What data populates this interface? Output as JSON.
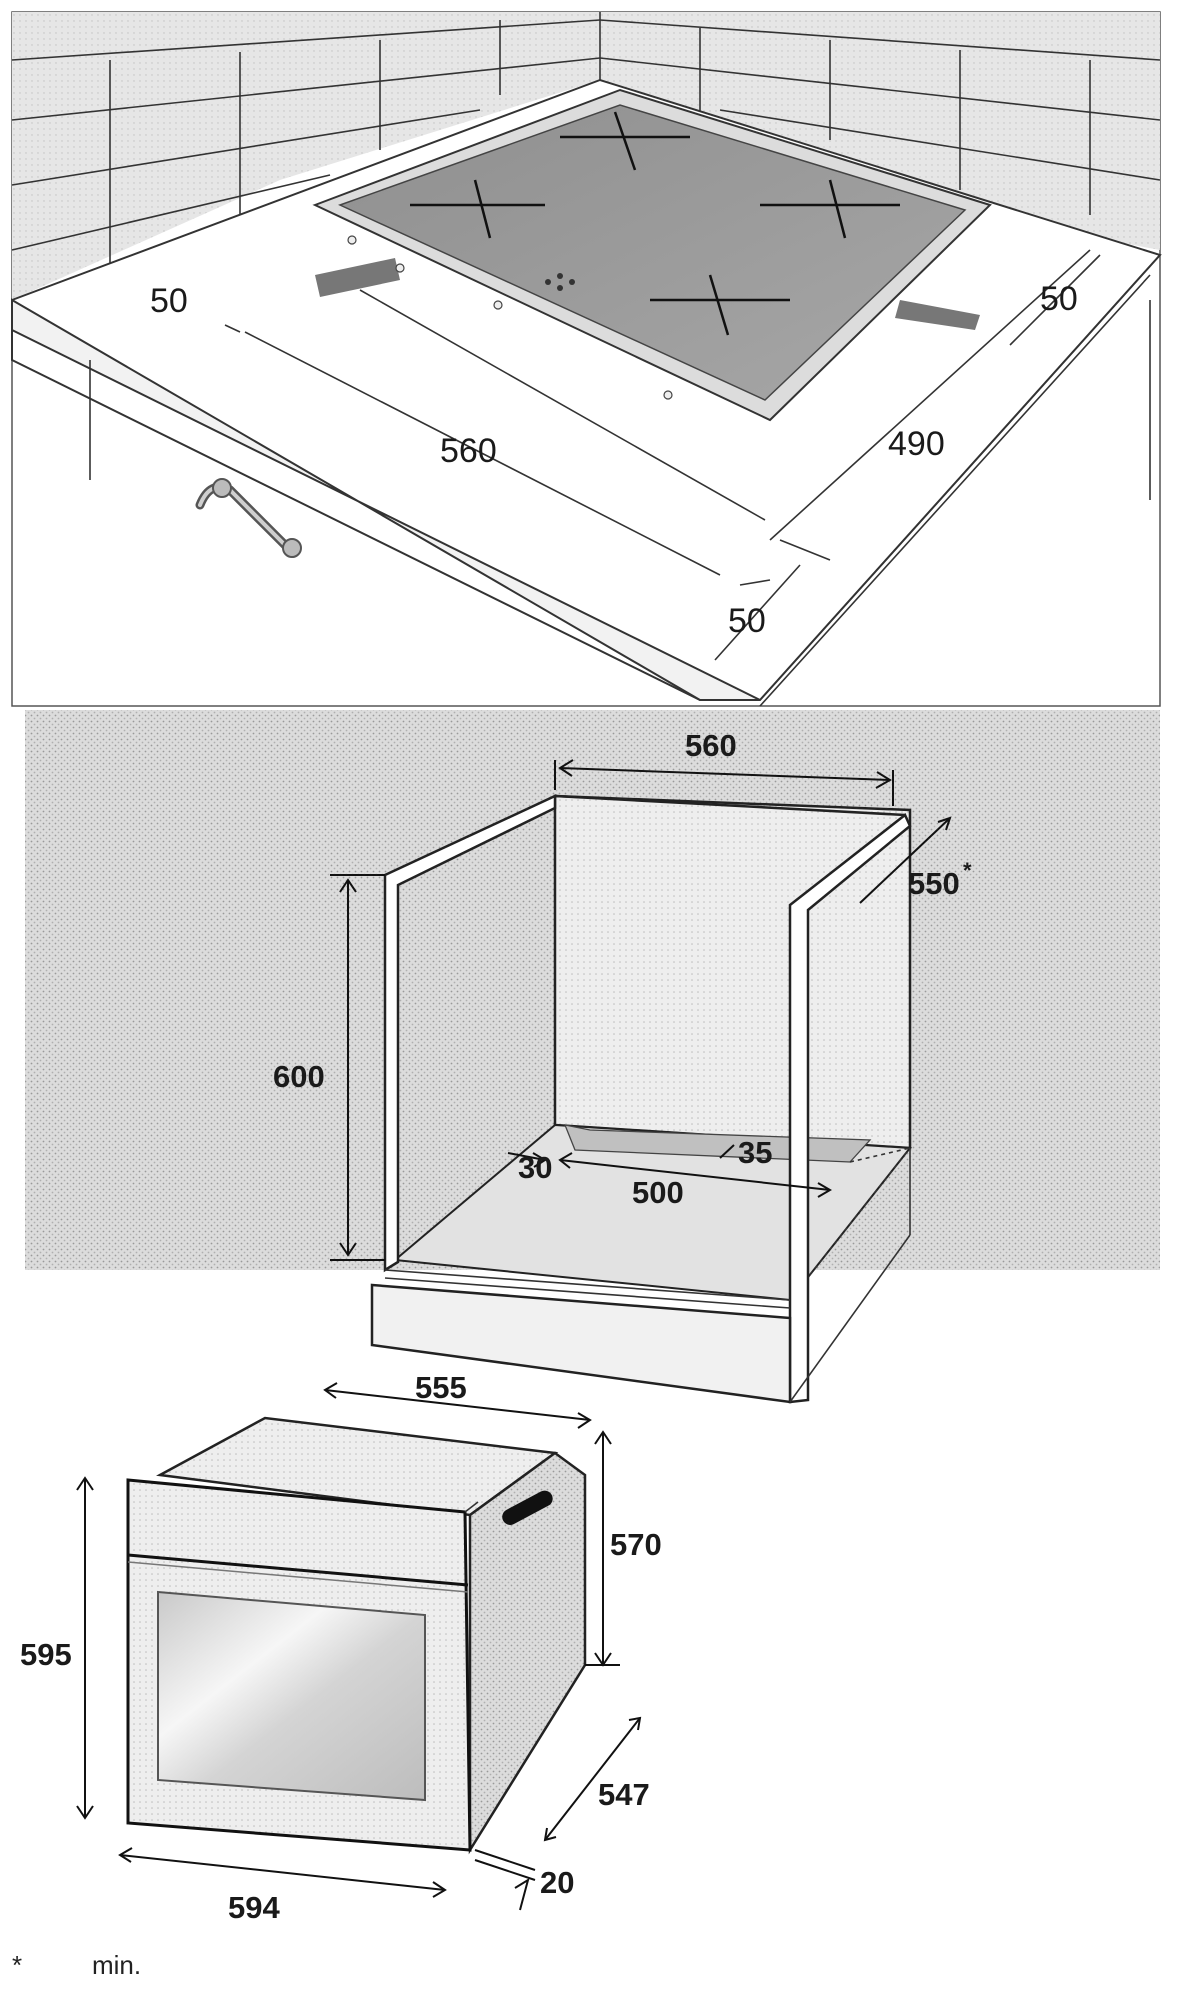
{
  "hob_installation": {
    "dimensions": {
      "left_clearance": "50",
      "right_clearance": "50",
      "cutout_width": "560",
      "cutout_depth": "490",
      "front_clearance": "50"
    }
  },
  "cabinet": {
    "dimensions": {
      "width": "560",
      "depth": "550",
      "depth_mark": "*",
      "height": "600",
      "gap_side": "30",
      "vent_width": "500",
      "vent_depth": "35"
    }
  },
  "oven": {
    "dimensions": {
      "body_width": "555",
      "body_height": "570",
      "front_height": "595",
      "body_depth": "547",
      "front_width": "594",
      "front_thickness": "20"
    }
  },
  "footnote": {
    "mark": "*",
    "text": "min."
  }
}
